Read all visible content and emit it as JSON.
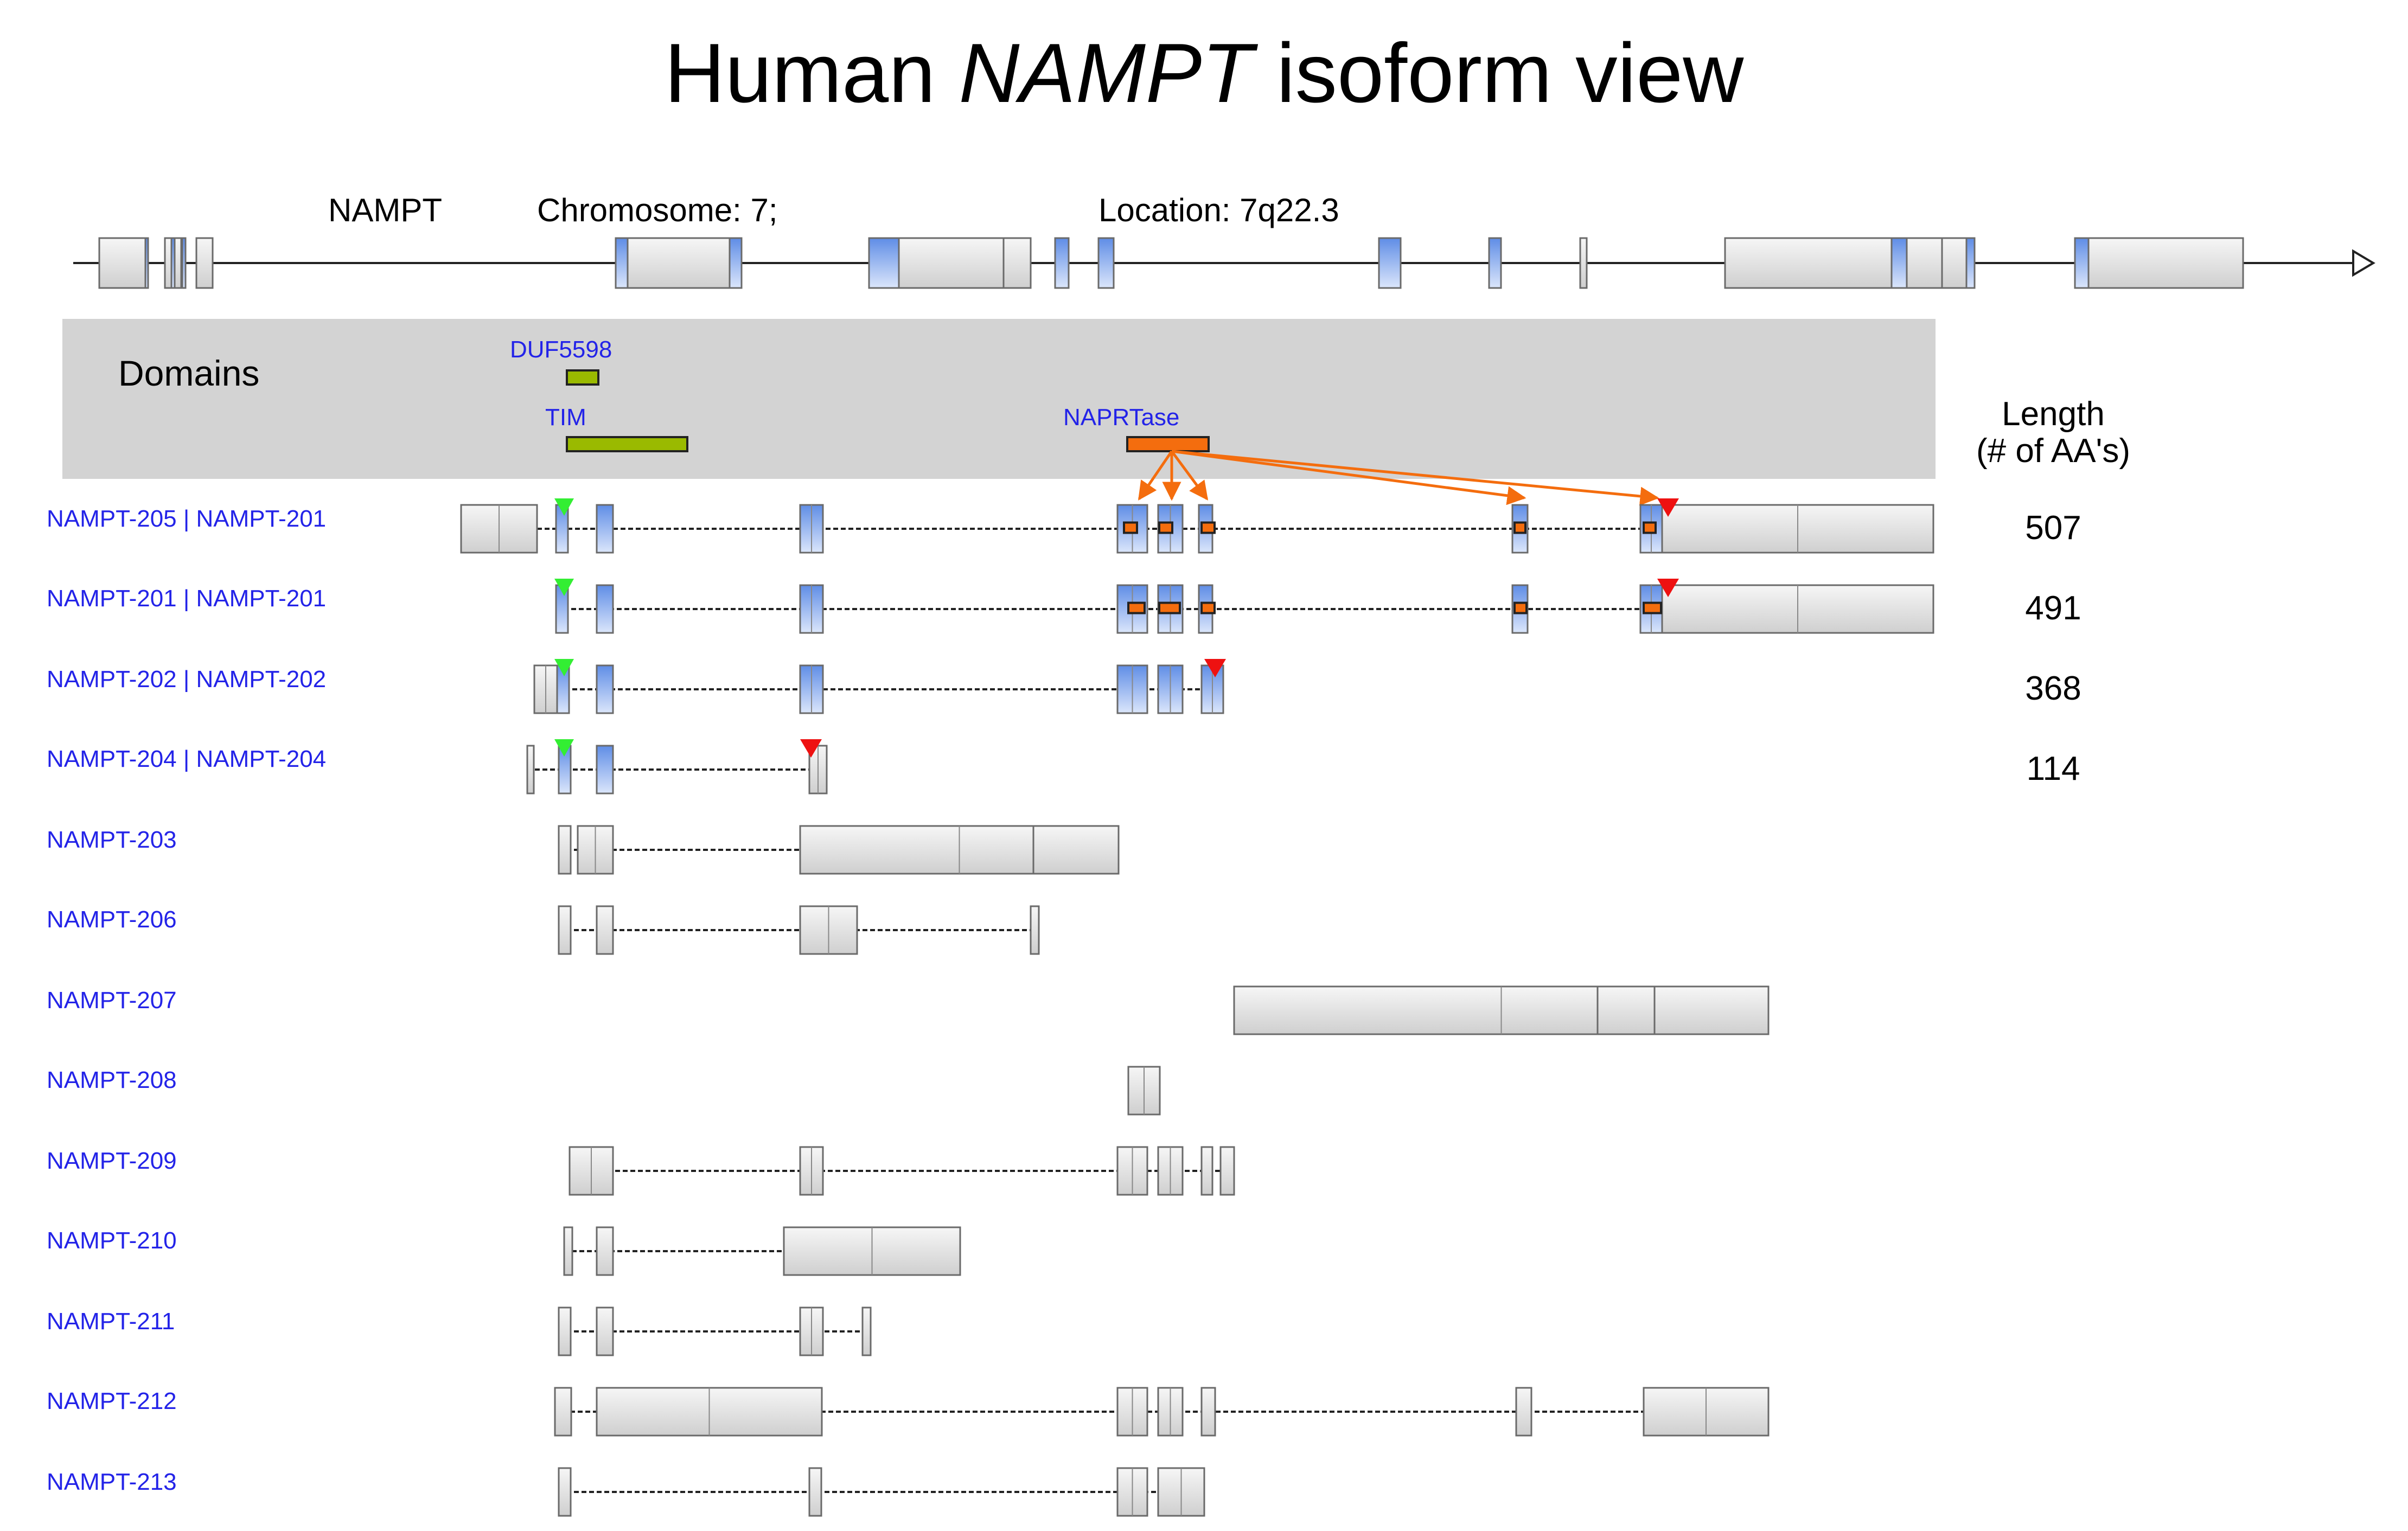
{
  "title": {
    "prefix": "Human ",
    "gene_italic": "NAMPT",
    "suffix": " isoform view"
  },
  "gene_track": {
    "gene_name": "NAMPT",
    "chromosome_text": "Chromosome: 7;",
    "location_text": "Location: 7q22.3"
  },
  "domains_panel": {
    "heading": "Domains",
    "domains": [
      {
        "name": "DUF5598",
        "color": "#9aba00"
      },
      {
        "name": "TIM",
        "color": "#9aba00"
      },
      {
        "name": "NAPRTase",
        "color": "#f46d0e"
      }
    ]
  },
  "length_header": {
    "line1": "Length",
    "line2": "(# of AA's)"
  },
  "isoforms": [
    {
      "name": "NAMPT-205 | NAMPT-201",
      "length": "507"
    },
    {
      "name": "NAMPT-201 | NAMPT-201",
      "length": "491"
    },
    {
      "name": "NAMPT-202 | NAMPT-202",
      "length": "368"
    },
    {
      "name": "NAMPT-204 | NAMPT-204",
      "length": "114"
    },
    {
      "name": "NAMPT-203",
      "length": ""
    },
    {
      "name": "NAMPT-206",
      "length": ""
    },
    {
      "name": "NAMPT-207",
      "length": ""
    },
    {
      "name": "NAMPT-208",
      "length": ""
    },
    {
      "name": "NAMPT-209",
      "length": ""
    },
    {
      "name": "NAMPT-210",
      "length": ""
    },
    {
      "name": "NAMPT-211",
      "length": ""
    },
    {
      "name": "NAMPT-212",
      "length": ""
    },
    {
      "name": "NAMPT-213",
      "length": ""
    }
  ],
  "colors": {
    "isoform_label": "#2323e8",
    "domain_label": "#2323e8",
    "domains_background": "#d3d3d3",
    "coding_exon": "#7ea6ec",
    "noncoding_exon": "#e2e2e2",
    "start_codon": "#33ee33",
    "stop_codon": "#ee1111",
    "domain_arrow": "#f46d0e"
  }
}
